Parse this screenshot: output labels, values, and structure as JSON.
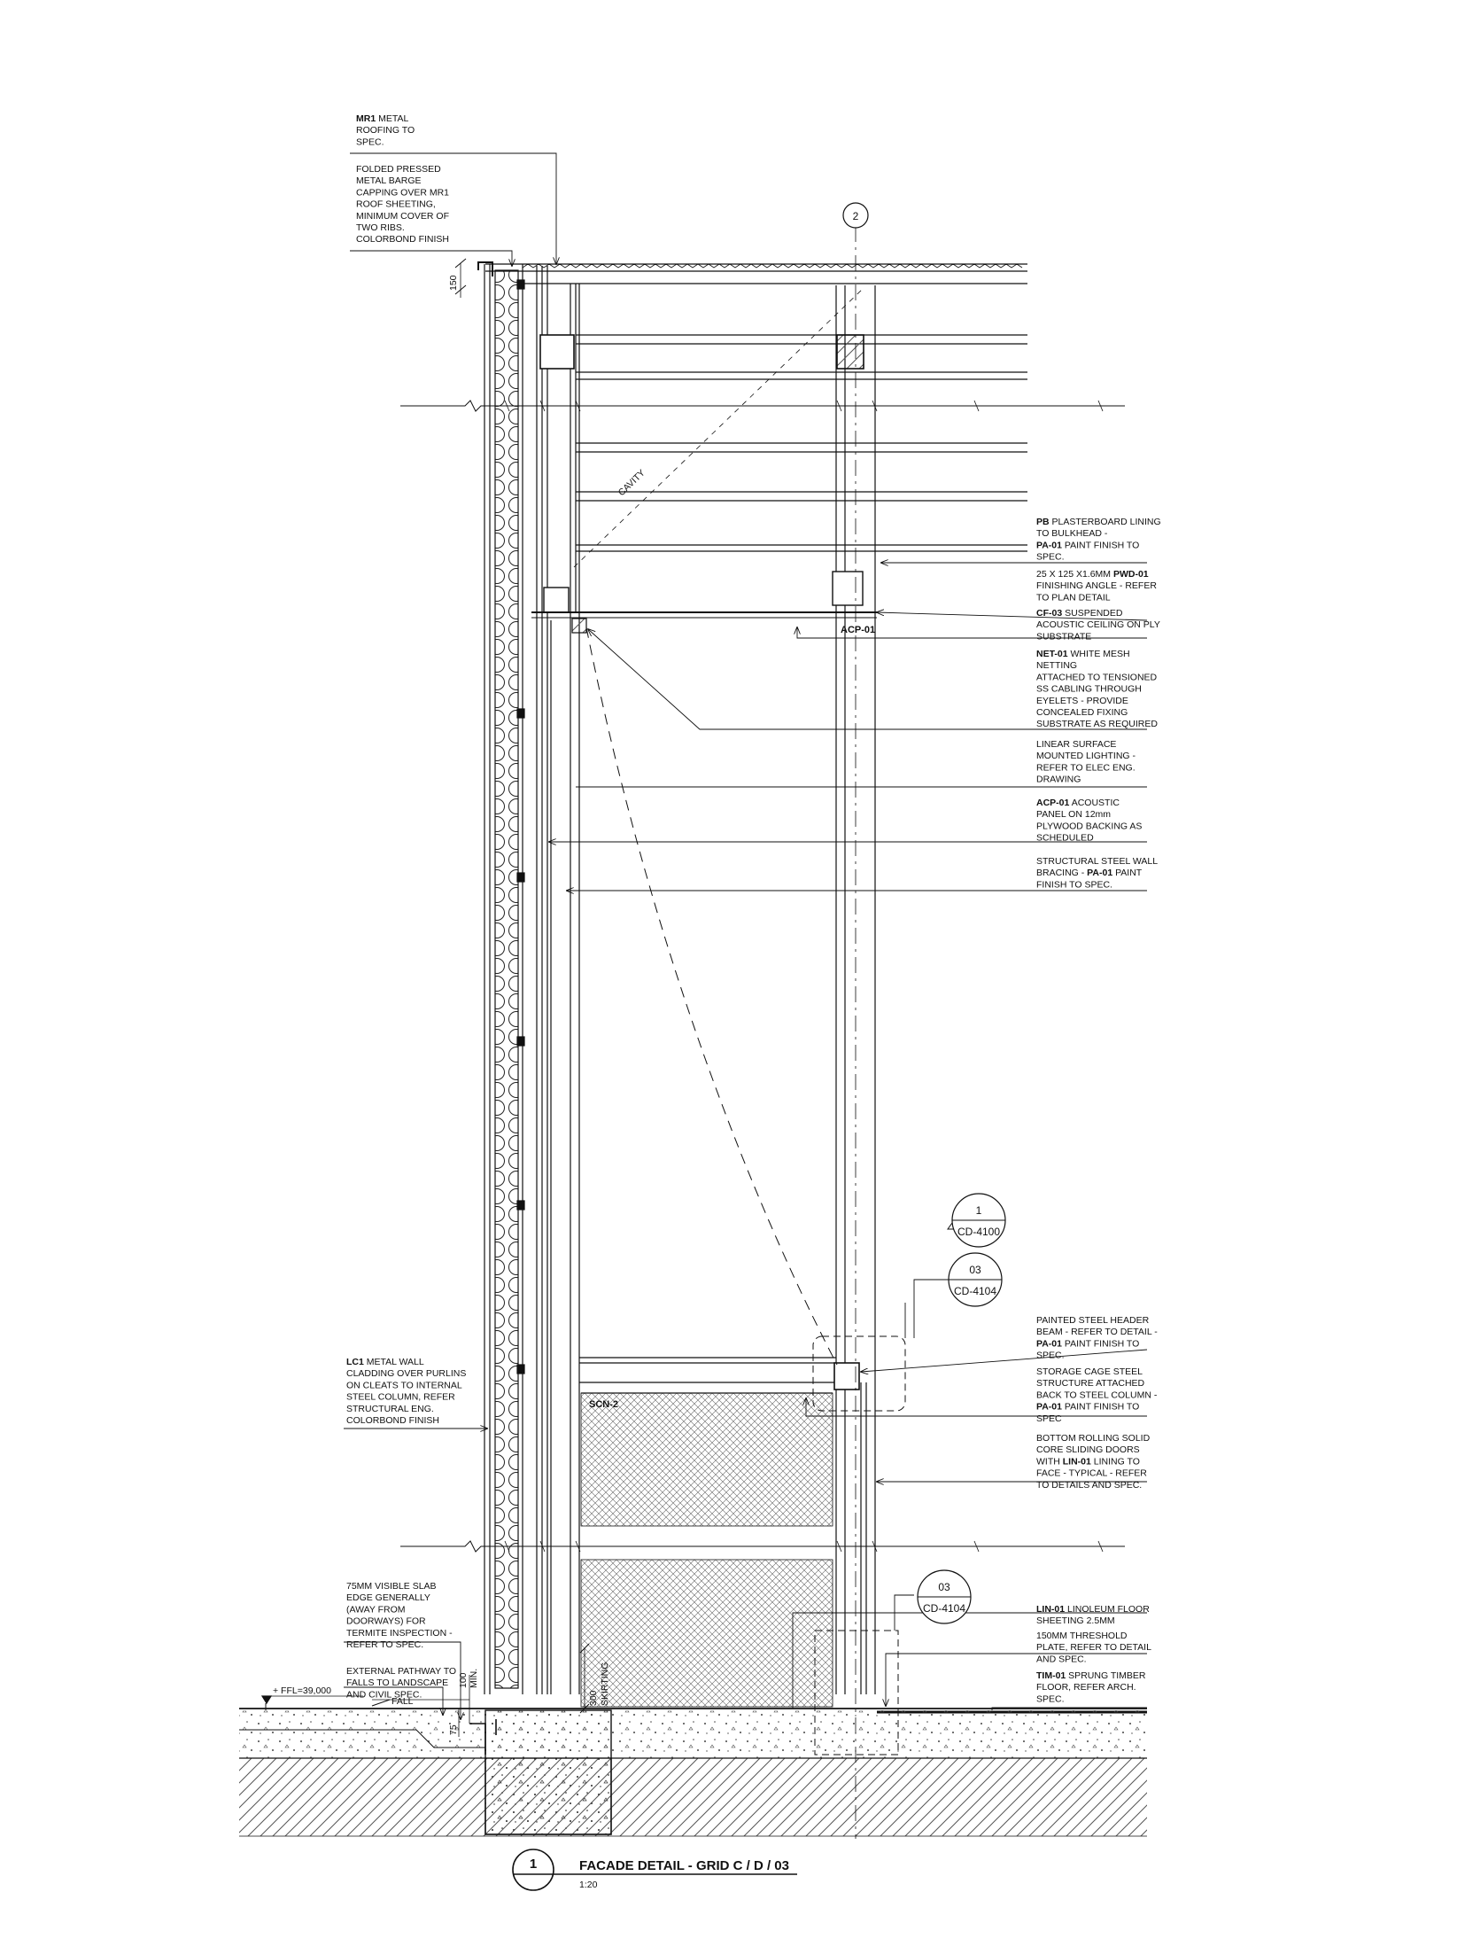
{
  "drawing": {
    "grid_label": "2",
    "cavity_label": "CAVITY",
    "dims": {
      "d150": "150",
      "d75": "75",
      "d100": "100",
      "min": "MIN.",
      "d300": "300",
      "skirting": "SKIRTING"
    },
    "level_label": "+ FFL=39,000",
    "fall_label": "FALL",
    "acp_tag": "ACP-01",
    "scn_tag": "SCN-2",
    "ref_callouts": [
      {
        "num": "1",
        "sheet": "CD-4100"
      },
      {
        "num": "03",
        "sheet": "CD-4104"
      },
      {
        "num": "03",
        "sheet": "CD-4104"
      }
    ]
  },
  "notes_left": [
    {
      "lines": [
        [
          {
            "t": "MR1",
            "b": true
          },
          {
            "t": " METAL"
          }
        ],
        [
          {
            "t": "ROOFING TO"
          }
        ],
        [
          {
            "t": "SPEC."
          }
        ]
      ]
    },
    {
      "lines": [
        [
          {
            "t": "FOLDED PRESSED"
          }
        ],
        [
          {
            "t": "METAL BARGE"
          }
        ],
        [
          {
            "t": "CAPPING OVER MR1"
          }
        ],
        [
          {
            "t": "ROOF SHEETING,"
          }
        ],
        [
          {
            "t": "MINIMUM COVER OF"
          }
        ],
        [
          {
            "t": "TWO RIBS."
          }
        ],
        [
          {
            "t": "COLORBOND FINISH"
          }
        ]
      ]
    },
    {
      "lines": [
        [
          {
            "t": "LC1",
            "b": true
          },
          {
            "t": " METAL WALL"
          }
        ],
        [
          {
            "t": "CLADDING OVER PURLINS"
          }
        ],
        [
          {
            "t": "ON CLEATS TO INTERNAL"
          }
        ],
        [
          {
            "t": "STEEL COLUMN, REFER"
          }
        ],
        [
          {
            "t": "STRUCTURAL ENG."
          }
        ],
        [
          {
            "t": "COLORBOND FINISH"
          }
        ]
      ]
    },
    {
      "lines": [
        [
          {
            "t": "75MM VISIBLE SLAB"
          }
        ],
        [
          {
            "t": "EDGE GENERALLY"
          }
        ],
        [
          {
            "t": "(AWAY FROM"
          }
        ],
        [
          {
            "t": "DOORWAYS) FOR"
          }
        ],
        [
          {
            "t": "TERMITE INSPECTION -"
          }
        ],
        [
          {
            "t": "REFER TO SPEC."
          }
        ]
      ]
    },
    {
      "lines": [
        [
          {
            "t": "EXTERNAL PATHWAY TO"
          }
        ],
        [
          {
            "t": "FALLS TO LANDSCAPE"
          }
        ],
        [
          {
            "t": "AND CIVIL SPEC."
          }
        ]
      ]
    }
  ],
  "notes_right": [
    {
      "lines": [
        [
          {
            "t": "PB",
            "b": true
          },
          {
            "t": " PLASTERBOARD LINING"
          }
        ],
        [
          {
            "t": "TO BULKHEAD -"
          }
        ],
        [
          {
            "t": "PA-01",
            "b": true
          },
          {
            "t": " PAINT FINISH TO"
          }
        ],
        [
          {
            "t": "SPEC."
          }
        ]
      ]
    },
    {
      "lines": [
        [
          {
            "t": "25 X 125 X1.6MM "
          },
          {
            "t": "PWD-01",
            "b": true
          }
        ],
        [
          {
            "t": "FINISHING ANGLE - REFER"
          }
        ],
        [
          {
            "t": "TO PLAN DETAIL"
          }
        ]
      ]
    },
    {
      "lines": [
        [
          {
            "t": "CF-03",
            "b": true
          },
          {
            "t": " SUSPENDED"
          }
        ],
        [
          {
            "t": "ACOUSTIC CEILING ON PLY"
          }
        ],
        [
          {
            "t": "SUBSTRATE"
          }
        ]
      ]
    },
    {
      "lines": [
        [
          {
            "t": "NET-01",
            "b": true
          },
          {
            "t": " WHITE MESH"
          }
        ],
        [
          {
            "t": "NETTING"
          }
        ],
        [
          {
            "t": "ATTACHED TO TENSIONED"
          }
        ],
        [
          {
            "t": "SS CABLING THROUGH"
          }
        ],
        [
          {
            "t": "EYELETS - PROVIDE"
          }
        ],
        [
          {
            "t": "CONCEALED FIXING"
          }
        ],
        [
          {
            "t": "SUBSTRATE AS REQUIRED"
          }
        ]
      ]
    },
    {
      "lines": [
        [
          {
            "t": "LINEAR SURFACE"
          }
        ],
        [
          {
            "t": "MOUNTED LIGHTING -"
          }
        ],
        [
          {
            "t": "REFER TO ELEC ENG."
          }
        ],
        [
          {
            "t": "DRAWING"
          }
        ]
      ]
    },
    {
      "lines": [
        [
          {
            "t": "ACP-01",
            "b": true
          },
          {
            "t": " ACOUSTIC"
          }
        ],
        [
          {
            "t": "PANEL ON 12mm"
          }
        ],
        [
          {
            "t": "PLYWOOD BACKING AS"
          }
        ],
        [
          {
            "t": "SCHEDULED"
          }
        ]
      ]
    },
    {
      "lines": [
        [
          {
            "t": "STRUCTURAL STEEL WALL"
          }
        ],
        [
          {
            "t": "BRACING - "
          },
          {
            "t": "PA-01",
            "b": true
          },
          {
            "t": " PAINT"
          }
        ],
        [
          {
            "t": "FINISH TO SPEC."
          }
        ]
      ]
    },
    {
      "lines": [
        [
          {
            "t": "PAINTED STEEL HEADER"
          }
        ],
        [
          {
            "t": "BEAM - REFER TO DETAIL -"
          }
        ],
        [
          {
            "t": "PA-01",
            "b": true
          },
          {
            "t": " PAINT FINISH TO"
          }
        ],
        [
          {
            "t": "SPEC."
          }
        ]
      ]
    },
    {
      "lines": [
        [
          {
            "t": "STORAGE CAGE STEEL"
          }
        ],
        [
          {
            "t": "STRUCTURE ATTACHED"
          }
        ],
        [
          {
            "t": "BACK TO STEEL COLUMN -"
          }
        ],
        [
          {
            "t": "PA-01",
            "b": true
          },
          {
            "t": " PAINT FINISH TO"
          }
        ],
        [
          {
            "t": "SPEC"
          }
        ]
      ]
    },
    {
      "lines": [
        [
          {
            "t": "BOTTOM ROLLING SOLID"
          }
        ],
        [
          {
            "t": "CORE SLIDING DOORS"
          }
        ],
        [
          {
            "t": "WITH "
          },
          {
            "t": "LIN-01",
            "b": true
          },
          {
            "t": " LINING TO"
          }
        ],
        [
          {
            "t": "FACE - TYPICAL -  REFER"
          }
        ],
        [
          {
            "t": "TO DETAILS AND SPEC."
          }
        ]
      ]
    },
    {
      "lines": [
        [
          {
            "t": "LIN-01",
            "b": true
          },
          {
            "t": "  LINOLEUM FLOOR"
          }
        ],
        [
          {
            "t": "SHEETING 2.5MM"
          }
        ]
      ]
    },
    {
      "lines": [
        [
          {
            "t": "150MM THRESHOLD"
          }
        ],
        [
          {
            "t": "PLATE, REFER TO DETAIL"
          }
        ],
        [
          {
            "t": "AND SPEC."
          }
        ]
      ]
    },
    {
      "lines": [
        [
          {
            "t": "TIM-01",
            "b": true
          },
          {
            "t": " SPRUNG TIMBER"
          }
        ],
        [
          {
            "t": "FLOOR, REFER ARCH."
          }
        ],
        [
          {
            "t": "SPEC."
          }
        ]
      ]
    }
  ],
  "title_block": {
    "number": "1",
    "title": "FACADE DETAIL - GRID C / D / 03",
    "scale": "1:20"
  }
}
